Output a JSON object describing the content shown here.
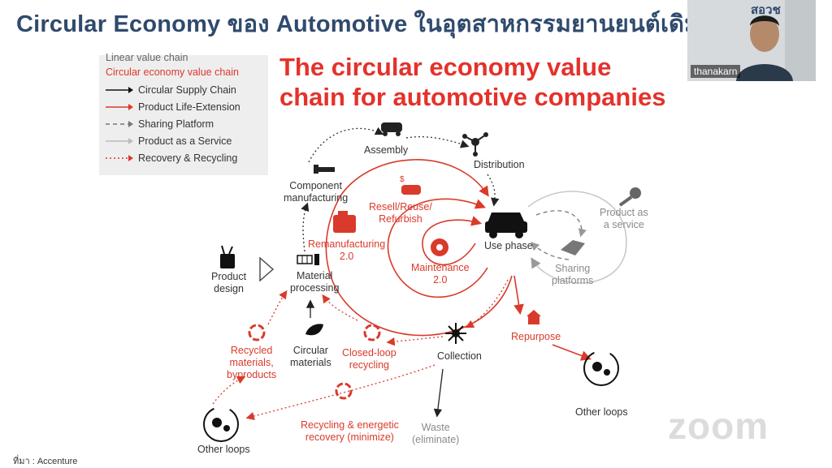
{
  "slide": {
    "title": "Circular Economy ของ Automotive ในอุตสาหกรรมยานยนต์เดิม",
    "heading_line1": "The circular economy value",
    "heading_line2": "chain for automotive companies",
    "source": "ที่มา : Accenture"
  },
  "legend": {
    "partial_top": "Linear value chain",
    "header": "Circular economy value chain",
    "items": [
      {
        "label": "Circular Supply Chain",
        "style": "solid-black"
      },
      {
        "label": "Product Life-Extension",
        "style": "solid-red"
      },
      {
        "label": "Sharing Platform",
        "style": "dashed-grey"
      },
      {
        "label": "Product as a Service",
        "style": "solid-lightgrey"
      },
      {
        "label": "Recovery & Recycling",
        "style": "dotted-red"
      }
    ]
  },
  "nodes": {
    "assembly": "Assembly",
    "distribution": "Distribution",
    "component_1": "Component",
    "component_2": "manufacturing",
    "resell_1": "Resell/Reuse/",
    "resell_2": "Refurbish",
    "use_phase": "Use phase",
    "product_service_1": "Product as",
    "product_service_2": "a service",
    "sharing_1": "Sharing",
    "sharing_2": "platforms",
    "reman_1": "Remanufacturing",
    "reman_2": "2.0",
    "maintenance_1": "Maintenance",
    "maintenance_2": "2.0",
    "product_design_1": "Product",
    "product_design_2": "design",
    "material_1": "Material",
    "material_2": "processing",
    "repurpose": "Repurpose",
    "recycled_1": "Recycled",
    "recycled_2": "materials,",
    "recycled_3": "byproducts",
    "circular_mat_1": "Circular",
    "circular_mat_2": "materials",
    "closed_loop_1": "Closed-loop",
    "closed_loop_2": "recycling",
    "collection": "Collection",
    "other_loops_right": "Other loops",
    "other_loops_left": "Other loops",
    "recycling_energy_1": "Recycling & energetic",
    "recycling_energy_2": "recovery (minimize)",
    "waste_1": "Waste",
    "waste_2": "(eliminate)"
  },
  "video": {
    "participant": "thanakarn",
    "logo": "สอวช"
  },
  "watermark": "zoom",
  "colors": {
    "accent_red": "#e4322b",
    "title_blue": "#2f4a6d",
    "legend_bg": "#eeeeee"
  }
}
